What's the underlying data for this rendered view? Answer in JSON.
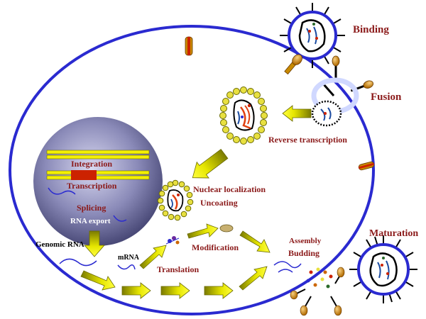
{
  "labels": {
    "binding": "Binding",
    "fusion": "Fusion",
    "reverse_transcription": "Reverse transcription",
    "integration": "Integration",
    "transcription": "Transcription",
    "splicing": "Splicing",
    "rna_export": "RNA export",
    "nuclear_localization": "Nuclear localization",
    "uncoating": "Uncoating",
    "genomic_rna": "Genomic RNA",
    "mrna": "mRNA",
    "modification": "Modification",
    "translation": "Translation",
    "assembly": "Assembly",
    "budding": "Budding",
    "maturation": "Maturation"
  },
  "colors": {
    "label_red": "#8b1a1a",
    "membrane_blue": "#2a2ad0",
    "arrow_yellow": "#e8e800",
    "arrow_olive": "#8a8a00",
    "nucleus": "#6a6aa0",
    "dna_yellow": "#f4f000",
    "integration_red": "#cc2200"
  },
  "icons": {
    "virion": "virus-particle-icon",
    "receptor": "membrane-receptor-icon",
    "capsid": "capsid-icon",
    "rna_strand": "rna-strand-icon"
  }
}
